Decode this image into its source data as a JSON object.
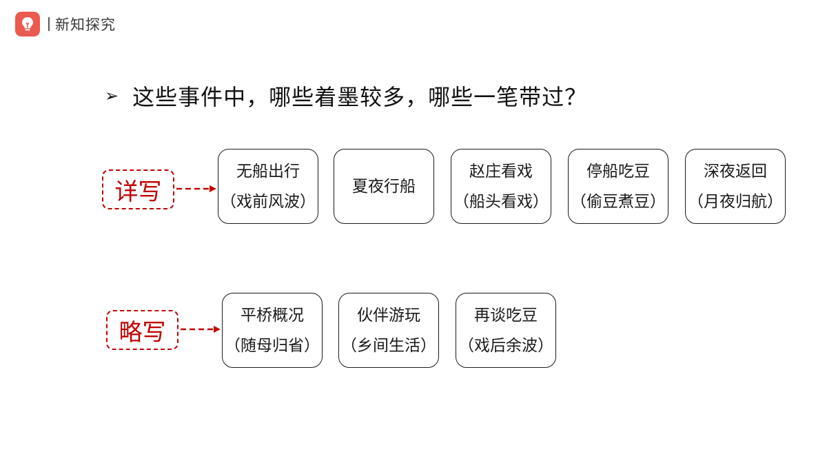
{
  "brand": {
    "name": "新知探究",
    "logo_icon": "lightbulb-icon",
    "logo_color": "#ea5a4f"
  },
  "question": "这些事件中，哪些着墨较多，哪些一笔带过？",
  "detailed": {
    "label": "详写",
    "items": [
      {
        "title": "无船出行",
        "sub": "（戏前风波）"
      },
      {
        "title": "夏夜行船",
        "sub": ""
      },
      {
        "title": "赵庄看戏",
        "sub": "（船头看戏）"
      },
      {
        "title": "停船吃豆",
        "sub": "（偷豆煮豆）"
      },
      {
        "title": "深夜返回",
        "sub": "（月夜归航）"
      }
    ]
  },
  "brief": {
    "label": "略写",
    "items": [
      {
        "title": "平桥概况",
        "sub": "（随母归省）"
      },
      {
        "title": "伙伴游玩",
        "sub": "（乡间生活）"
      },
      {
        "title": "再谈吃豆",
        "sub": "（戏后余波）"
      }
    ]
  },
  "colors": {
    "accent": "#c00000",
    "border": "#1a1a1a"
  }
}
